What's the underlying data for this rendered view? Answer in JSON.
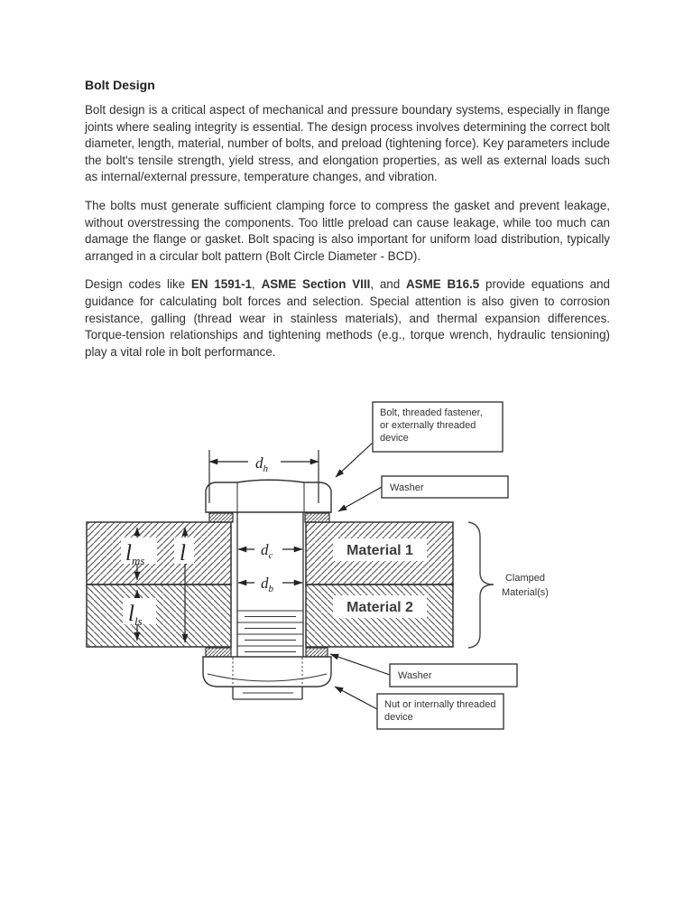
{
  "doc": {
    "title": "Bolt Design",
    "p1": "Bolt design is a critical aspect of mechanical and pressure boundary systems, especially in flange joints where sealing integrity is essential. The design process involves determining the correct bolt diameter, length, material, number of bolts, and preload (tightening force). Key parameters include the bolt's tensile strength, yield stress, and elongation properties, as well as external loads such as internal/external pressure, temperature changes, and vibration.",
    "p2": "The bolts must generate sufficient clamping force to compress the gasket and prevent leakage, without overstressing the components. Too little preload can cause leakage, while too much can damage the flange or gasket. Bolt spacing is also important for uniform load distribution, typically arranged in a circular bolt pattern (Bolt Circle Diameter - BCD).",
    "p3": [
      {
        "text": "Design codes like "
      },
      {
        "text": "EN 1591-1"
      },
      {
        "text": ", "
      },
      {
        "text": "ASME Section VIII"
      },
      {
        "text": ", and "
      },
      {
        "text": "ASME B16.5"
      },
      {
        "text": " provide equations and guidance for calculating bolt forces and selection. Special attention is also given to corrosion resistance, galling (thread wear in stainless materials), and thermal expansion differences. Torque-tension relationships and tightening methods (e.g., torque wrench, hydraulic tensioning) play a vital role in bolt performance."
      }
    ]
  },
  "diagram": {
    "callouts": {
      "bolt": [
        "Bolt, threaded fastener,",
        "or externally threaded",
        "device"
      ],
      "washer_top": "Washer",
      "washer_bottom": "Washer",
      "nut": [
        "Nut or internally threaded",
        "device"
      ]
    },
    "labels": {
      "material1": "Material 1",
      "material2": "Material 2",
      "clamped_line1": "Clamped",
      "clamped_line2": "Material(s)"
    },
    "dims": {
      "dh": {
        "main": "d",
        "sub": "h"
      },
      "dc": {
        "main": "d",
        "sub": "c"
      },
      "db": {
        "main": "d",
        "sub": "b"
      },
      "lms": {
        "main": "l",
        "sub": "ms"
      },
      "l": {
        "main": "l",
        "sub": ""
      },
      "lls": {
        "main": "l",
        "sub": "ls"
      }
    },
    "colors": {
      "ink": "#333333",
      "hatch": "#5f5f5f",
      "text": "#2f2f2f",
      "background": "#ffffff"
    }
  }
}
